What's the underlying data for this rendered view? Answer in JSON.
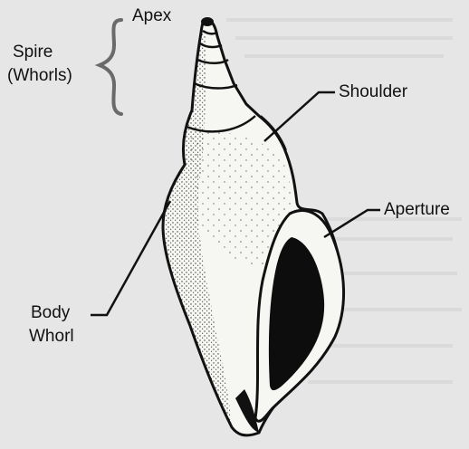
{
  "labels": {
    "apex": "Apex",
    "spire": [
      "Spire",
      "(Whorls)"
    ],
    "shoulder": "Shoulder",
    "aperture": "Aperture",
    "body_whorl": [
      "Body",
      "Whorl"
    ]
  },
  "colors": {
    "background": "#e6e6e6",
    "ink": "#111111",
    "shell_fill": "#f6f6f3",
    "aperture_fill": "#0d0d0d",
    "bracket": "#6a6a6a"
  }
}
